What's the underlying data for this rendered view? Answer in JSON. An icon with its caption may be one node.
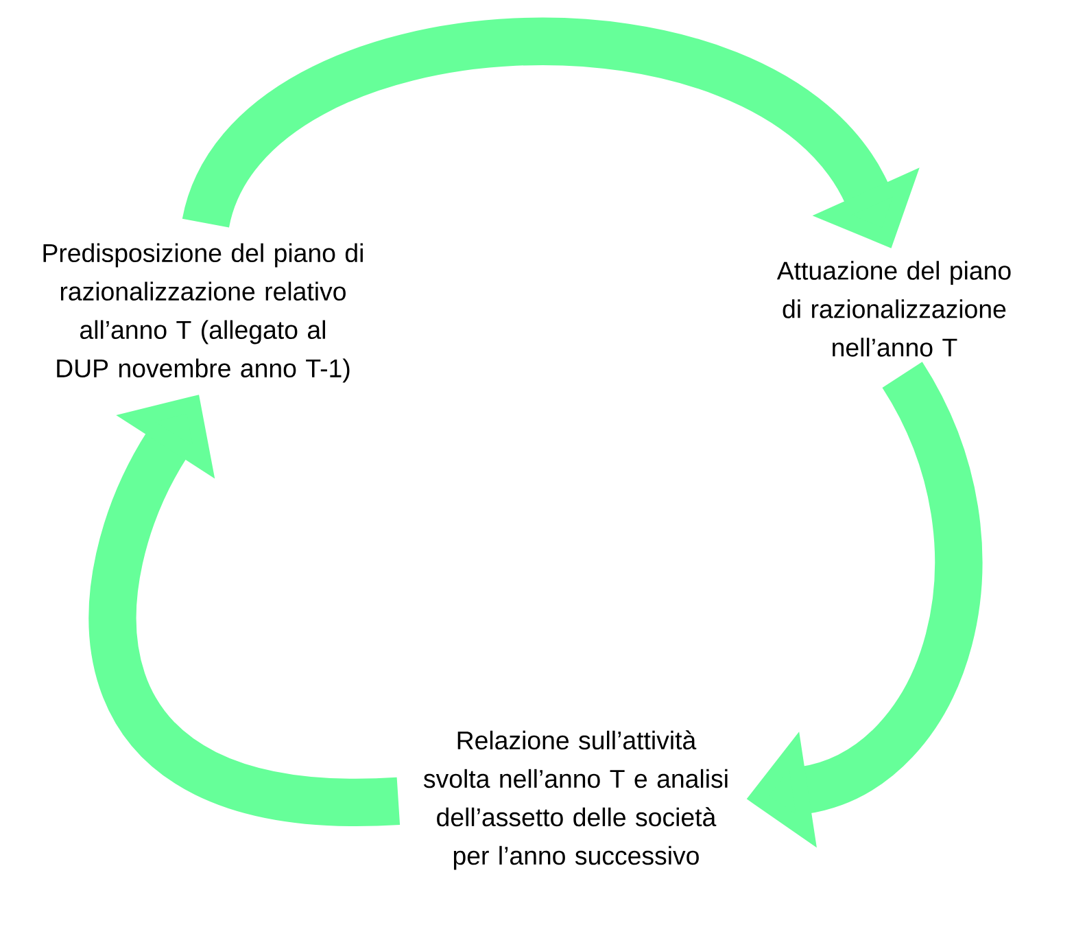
{
  "diagram": {
    "nodes": [
      {
        "text": [
          "Predisposizione del piano di razionalizzazione relativo all’anno T (allegato al DUP novembre anno T-1)"
        ]
      },
      {
        "text": [
          "Attuazione del piano di razionalizzazione nell’anno T"
        ]
      },
      {
        "text": [
          "Relazione sull’attività svolta nell’anno T e analisi dell’assetto delle società per l’anno successivo"
        ]
      }
    ],
    "edges": [
      {
        "from": 0,
        "to": 1,
        "arrow": "to"
      },
      {
        "from": 1,
        "to": 2,
        "arrow": "to"
      },
      {
        "from": 2,
        "to": 0,
        "arrow": "to"
      }
    ]
  }
}
